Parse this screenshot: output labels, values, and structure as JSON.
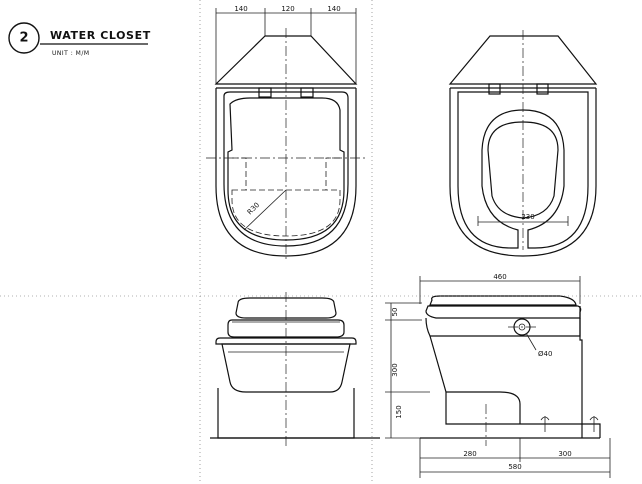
{
  "title": {
    "number": "2",
    "name": "WATER CLOSET",
    "unit": "UNIT : M/M"
  },
  "dimensions": {
    "top_left": "140",
    "top_mid": "120",
    "top_right": "140",
    "radius": "R30",
    "seat_width": "230",
    "overall_depth": "460",
    "height_upper": "50",
    "height_body": "300",
    "height_base": "150",
    "pipe": "Ø40",
    "bottom_left": "280",
    "bottom_right": "300",
    "bottom_total": "580"
  }
}
